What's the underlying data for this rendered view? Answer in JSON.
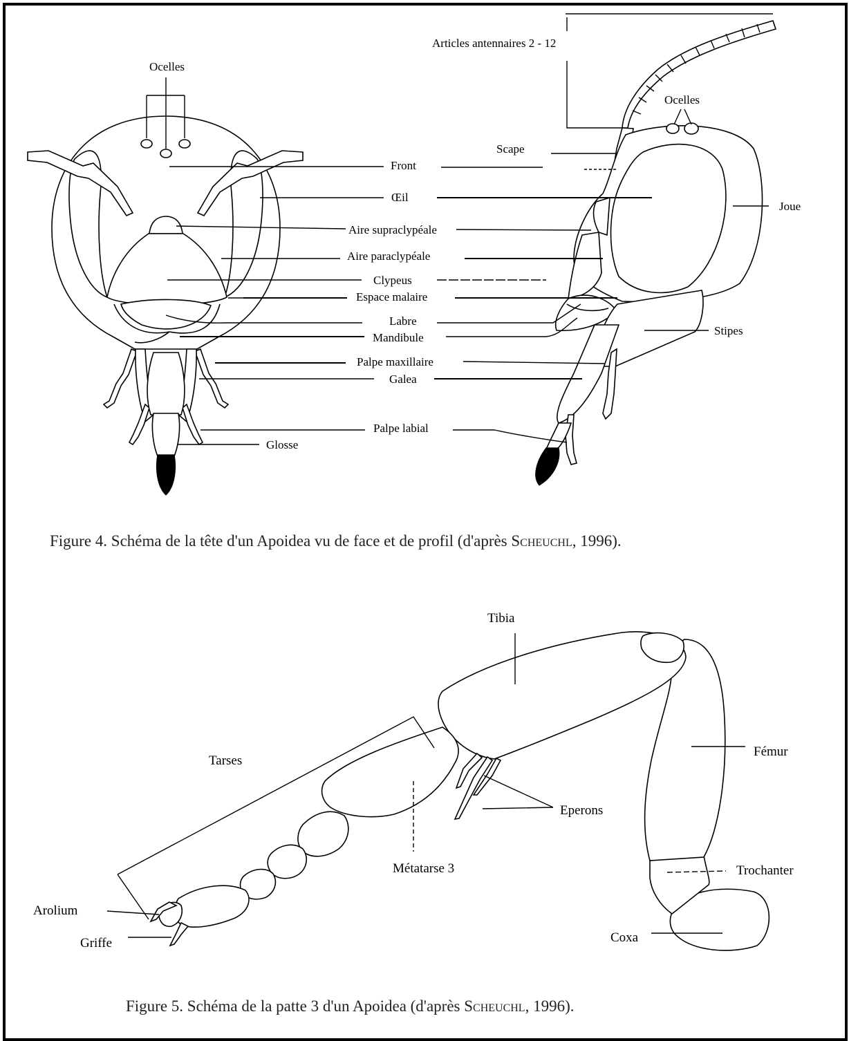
{
  "figure4": {
    "labels": {
      "antennal_articles": "Articles antennaires 2 - 12",
      "ocelli_front": "Ocelles",
      "ocelli_profile": "Ocelles",
      "scape": "Scape",
      "front": "Front",
      "eye": "Œil",
      "cheek": "Joue",
      "supraclypeal": "Aire supraclypéale",
      "paraclypeal": "Aire paraclypéale",
      "clypeus": "Clypeus",
      "malar": "Espace malaire",
      "labrum": "Labre",
      "mandible": "Mandibule",
      "stipes": "Stipes",
      "maxillary_palp": "Palpe maxillaire",
      "galea": "Galea",
      "labial_palp": "Palpe labial",
      "glossa": "Glosse"
    },
    "caption": {
      "text": "Figure 4. Schéma de la tête d'un Apoidea vu de face et de profil (d'après ",
      "author": "Scheuchl",
      "tail": ", 1996)."
    }
  },
  "figure5": {
    "labels": {
      "tibia": "Tibia",
      "tarsi": "Tarses",
      "femur": "Fémur",
      "spurs": "Eperons",
      "metatarsus": "Métatarse 3",
      "trochanter": "Trochanter",
      "arolium": "Arolium",
      "claw": "Griffe",
      "coxa": "Coxa"
    },
    "caption": {
      "text": "Figure 5. Schéma de la patte 3 d'un Apoidea (d'après ",
      "author": "Scheuchl",
      "tail": ", 1996)."
    }
  }
}
